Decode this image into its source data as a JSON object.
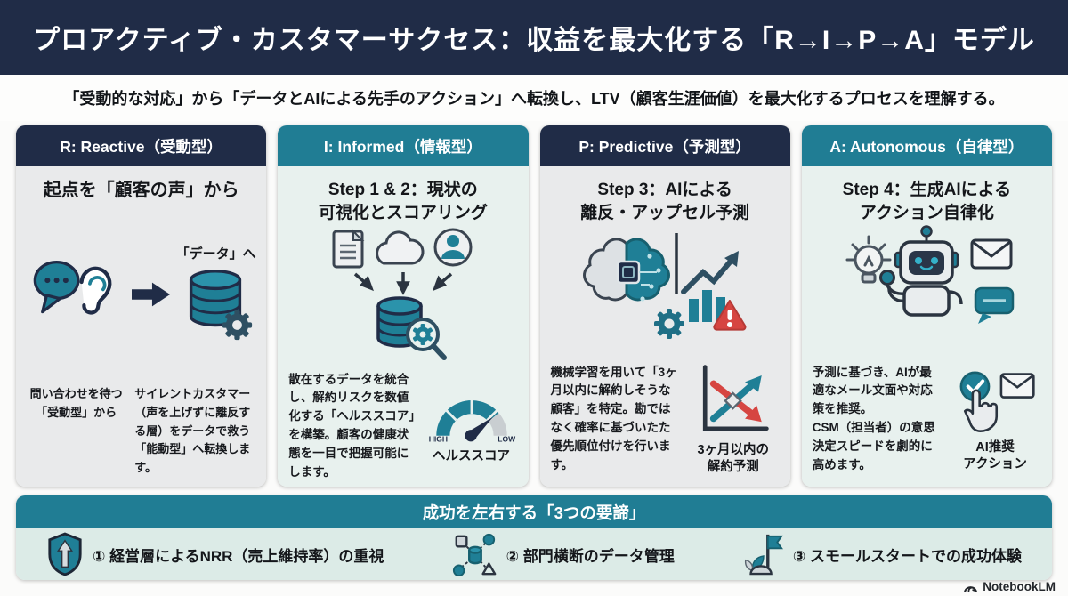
{
  "header": {
    "title": "プロアクティブ・カスタマーサクセス：収益を最大化する「R→I→P→A」モデル",
    "subtitle": "「受動的な対応」から「データとAIによる先手のアクション」へ転換し、LTV（顧客生涯価値）を最大化するプロセスを理解する。"
  },
  "columns": [
    {
      "header": "R: Reactive（受動型）",
      "heading": "起点を「顧客の声」から",
      "data_label": "「データ」へ",
      "text_left": "問い合わせを待つ\n「受動型」から",
      "text_right": "サイレントカスタマー（声を上げずに離反する層）をデータで救う「能動型」へ転換します。"
    },
    {
      "header": "I: Informed（情報型）",
      "step_title": "Step 1 & 2：現状の\n可視化とスコアリング",
      "description": "散在するデータを統合し、解約リスクを数値化する「ヘルススコア」を構築。顧客の健康状態を一目で把握可能にします。",
      "gauge_high": "HIGH",
      "gauge_low": "LOW",
      "caption": "ヘルススコア"
    },
    {
      "header": "P: Predictive（予測型）",
      "step_title": "Step 3：AIによる\n離反・アップセル予測",
      "description": "機械学習を用いて「3ヶ月以内に解約しそうな顧客」を特定。勘ではなく確率に基づいたた優先順位付けを行います。",
      "caption": "3ヶ月以内の\n解約予測"
    },
    {
      "header": "A: Autonomous（自律型）",
      "step_title": "Step 4：生成AIによる\nアクション自律化",
      "description": "予測に基づき、AIが最適なメール文面や対応策を推奨。\nCSM（担当者）の意思決定スピードを劇的に高めます。",
      "caption": "AI推奨\nアクション"
    }
  ],
  "bottom": {
    "title": "成功を左右する「3つの要諦」",
    "items": [
      {
        "label": "① 経営層によるNRR（売上維持率）の重視",
        "icon": "shield-up-arrow-icon"
      },
      {
        "label": "② 部門横断のデータ管理",
        "icon": "data-network-icon"
      },
      {
        "label": "③ スモールスタートでの成功体験",
        "icon": "flag-sprout-icon"
      }
    ]
  },
  "branding": {
    "logo_text": "NotebookLM"
  },
  "colors": {
    "navy": "#202c47",
    "teal": "#207d94",
    "red": "#d64541",
    "card_gray": "#e9eaeb",
    "card_mint": "#e8f1ee",
    "bottom_mint": "#dcebe7"
  },
  "icons": {
    "column1": [
      "speech-bubble-icon",
      "ear-icon",
      "arrow-right-icon",
      "database-gear-icon"
    ],
    "column2": [
      "document-icon",
      "cloud-icon",
      "person-icon",
      "converge-arrows-icon",
      "database-magnifier-icon",
      "health-gauge-icon"
    ],
    "column3": [
      "ai-brain-chip-icon",
      "gear-icon",
      "growth-chart-alert-icon",
      "churn-forecast-chart-icon"
    ],
    "column4": [
      "lightbulb-icon",
      "robot-icon",
      "mail-icon",
      "chat-bubble-icon",
      "check-click-mail-icon"
    ],
    "bottom": [
      "shield-up-arrow-icon",
      "data-network-icon",
      "flag-sprout-icon"
    ],
    "brand": [
      "notebooklm-logo-icon"
    ]
  }
}
